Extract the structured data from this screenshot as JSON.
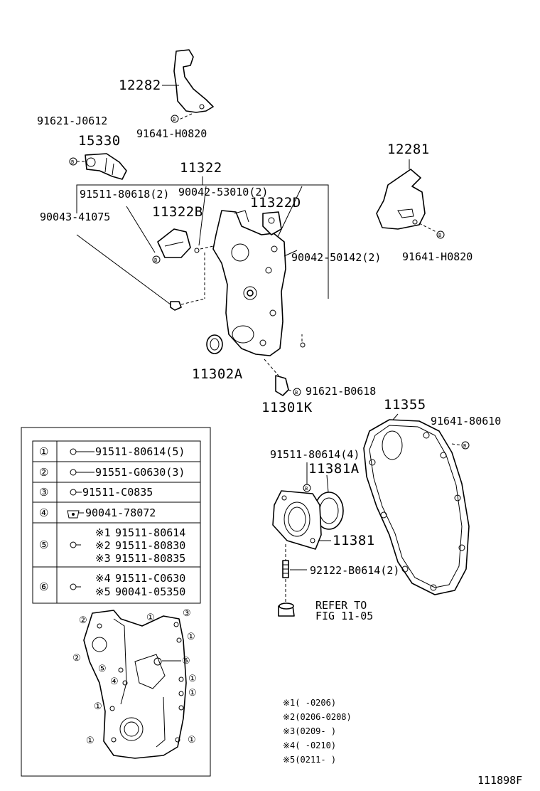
{
  "labels": {
    "p12282": "12282",
    "p91641_h0820_top": "91641-H0820",
    "p91621_j0612": "91621-J0612",
    "p15330": "15330",
    "p11322": "11322",
    "p91511_80618": "91511-80618(2)",
    "p90042_53010": "90042-53010(2)",
    "p90043_41075": "90043-41075",
    "p11322b": "11322B",
    "p11322d": "11322D",
    "p12281": "12281",
    "p90042_50142": "90042-50142(2)",
    "p91641_h0820_right": "91641-H0820",
    "p11302a": "11302A",
    "p91621_b0618": "91621-B0618",
    "p11301k": "11301K",
    "p11355": "11355",
    "p91641_80610": "91641-80610",
    "p91511_80614": "91511-80614(4)",
    "p11381a": "11381A",
    "p11381": "11381",
    "p92122_b0614": "92122-B0614(2)",
    "refer_line1": "REFER TO",
    "refer_line2": "FIG 11-05",
    "figure_code": "111898F",
    "bolt_symbol": "B"
  },
  "legend_table": {
    "rows": [
      {
        "num": "①",
        "lines": [
          {
            "mark": "",
            "part": "91511-80614(5)"
          }
        ]
      },
      {
        "num": "②",
        "lines": [
          {
            "mark": "",
            "part": "91551-G0630(3)"
          }
        ]
      },
      {
        "num": "③",
        "lines": [
          {
            "mark": "",
            "part": "91511-C0835"
          }
        ]
      },
      {
        "num": "④",
        "lines": [
          {
            "mark": "",
            "part": "90041-78072"
          }
        ]
      },
      {
        "num": "⑤",
        "lines": [
          {
            "mark": "※1",
            "part": "91511-80614"
          },
          {
            "mark": "※2",
            "part": "91511-80830"
          },
          {
            "mark": "※3",
            "part": "91511-80835"
          }
        ]
      },
      {
        "num": "⑥",
        "lines": [
          {
            "mark": "※4",
            "part": "91511-C0630"
          },
          {
            "mark": "※5",
            "part": "90041-05350"
          }
        ]
      }
    ]
  },
  "diagram_callouts": {
    "c1": "①",
    "c2": "②",
    "c3": "③",
    "c4": "④",
    "c5": "⑤",
    "c6": "⑥"
  },
  "footnotes": [
    "※1(    -0206)",
    "※2(0206-0208)",
    "※3(0209-    )",
    "※4(    -0210)",
    "※5(0211-    )"
  ]
}
